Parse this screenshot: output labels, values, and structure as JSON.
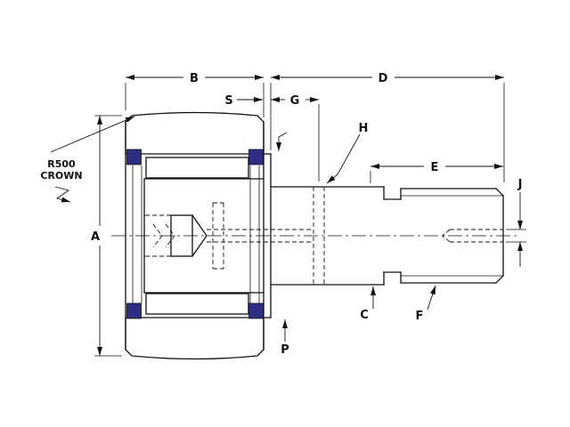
{
  "drawing": {
    "labels": {
      "A": "A",
      "B": "B",
      "C": "C",
      "D": "D",
      "E": "E",
      "F": "F",
      "G": "G",
      "H": "H",
      "J": "J",
      "P": "P",
      "S": "S"
    },
    "notes": {
      "crown_radius": "R500",
      "crown_text": "CROWN"
    },
    "colors": {
      "line": "#111111",
      "seal": "#2d2e83",
      "hatch": "#3a3a3a",
      "background": "#ffffff"
    }
  }
}
